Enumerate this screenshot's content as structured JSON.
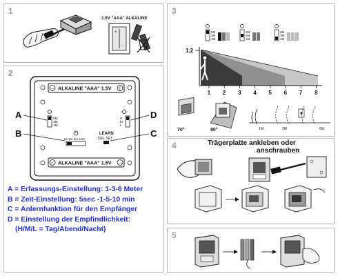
{
  "colors": {
    "text_blue": "#1f2fd6",
    "panel_border": "#b8b8b8",
    "panel_number": "#9a9a9a",
    "line": "#111111"
  },
  "panels": [
    {
      "number": "1"
    },
    {
      "number": "2"
    },
    {
      "number": "3"
    },
    {
      "number": "4"
    },
    {
      "number": "5"
    }
  ],
  "step1": {
    "battery_label": "1.5V \"AAA\" ALKALINE"
  },
  "step2": {
    "battery_top": "ALKALINE \"AAA\" 1.5V",
    "battery_bottom": "ALKALINE \"AAA\" 1.5V",
    "label_a": "A",
    "label_b": "B",
    "label_c": "C",
    "label_d": "D",
    "range_6m": "6M",
    "range_3m": "3M",
    "range_1m": "1M",
    "sens_h": "H",
    "sens_m": "M",
    "sens_l": "L",
    "time_scale": "5s 1m 5m 10m",
    "learn": "LEARN",
    "del_set": "DEL SET",
    "legend": [
      "A = Erfassungs-Einstellung: 1-3-6 Meter",
      "B = Zeit-Einstellung: 5sec -1-5-10 min",
      "C = Anlernfunktion für den Empfänger",
      "D = Einstellung der Empfindlichkeit:",
      "(H/M/L = Tag/Abend/Nacht)"
    ]
  },
  "step3": {
    "height_label": "1.2",
    "axis_ticks": [
      "1",
      "2",
      "3",
      "4",
      "5",
      "6",
      "7",
      "8"
    ],
    "switch_6m": "6M",
    "switch_3m": "3M",
    "switch_1m": "1M",
    "range_labels": [
      "1M",
      "3M",
      "6M"
    ],
    "angle_left": "70°",
    "angle_right": "90°"
  },
  "step4": {
    "caption_line1": "Trägerplatte ankleben oder",
    "caption_line2": "anschrauben"
  }
}
